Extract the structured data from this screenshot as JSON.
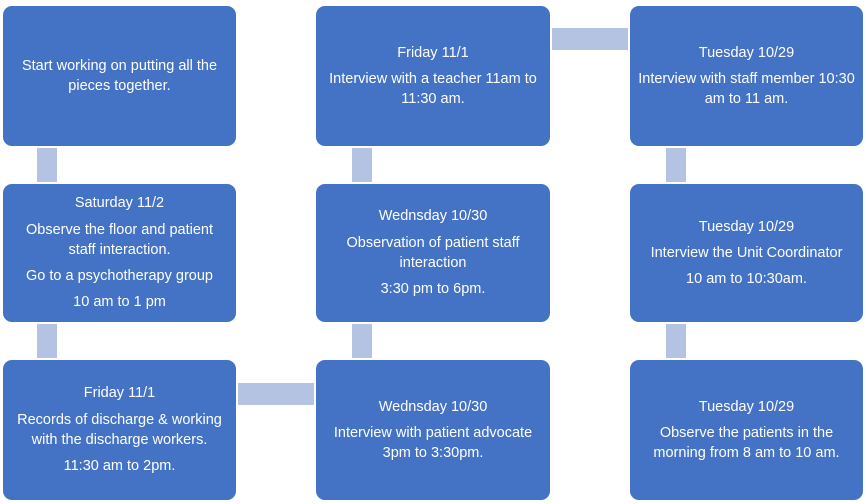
{
  "boxes": {
    "b1": {
      "lines": [
        "Start working on putting all the pieces together."
      ]
    },
    "b2": {
      "lines": [
        "Saturday 11/2",
        "Observe the floor and patient staff interaction.",
        "Go to a psychotherapy group",
        "10 am to 1 pm"
      ]
    },
    "b3": {
      "lines": [
        "Friday 11/1",
        "Records of discharge & working with the discharge workers.",
        "11:30 am to 2pm."
      ]
    },
    "b4": {
      "lines": [
        "Friday 11/1",
        "Interview with a teacher 11am to 11:30 am."
      ]
    },
    "b5": {
      "lines": [
        "Wednsday 10/30",
        "Observation of patient staff interaction",
        "3:30 pm to 6pm."
      ]
    },
    "b6": {
      "lines": [
        "Wednsday 10/30",
        "Interview with patient advocate 3pm to 3:30pm."
      ]
    },
    "b7": {
      "lines": [
        "Tuesday 10/29",
        "Interview with staff member 10:30 am to 11 am."
      ]
    },
    "b8": {
      "lines": [
        "Tuesday 10/29",
        "Interview the Unit Coordinator",
        "10 am to 10:30am."
      ]
    },
    "b9": {
      "lines": [
        "Tuesday 10/29",
        "Observe the patients in the morning from 8 am to 10 am."
      ]
    }
  },
  "colors": {
    "box": "#4472c4",
    "connector": "#b4c3e1",
    "text": "#ffffff"
  }
}
